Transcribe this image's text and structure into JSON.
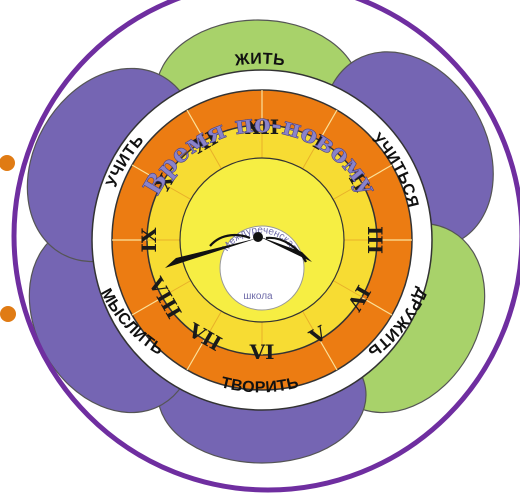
{
  "emblem": {
    "ring_words": {
      "top": "ЖИТЬ",
      "top_right": "УЧИТЬСЯ",
      "right_lower": "ДРУЖИТЬ",
      "bottom": "ТВОРИТЬ",
      "left_lower": "МЫСЛИТЬ",
      "top_left": "УЧИТЬ"
    },
    "numerals": [
      "XII",
      "I",
      "II",
      "III",
      "IV",
      "V",
      "VI",
      "VII",
      "VIII",
      "IX",
      "X",
      "XI"
    ],
    "slogan": "Время по-новому",
    "school_name_line1": "Междуреченская",
    "school_name_line2": "школа",
    "colors": {
      "frame_circle": "#6f2ea0",
      "side_dots": "#e07b14",
      "petal_green": "#a8d26a",
      "petal_purple": "#7565b3",
      "orange_ring": "#ec7c12",
      "yellow_ring": "#f7dc33",
      "inner_yellow": "#f6ee43"
    }
  }
}
